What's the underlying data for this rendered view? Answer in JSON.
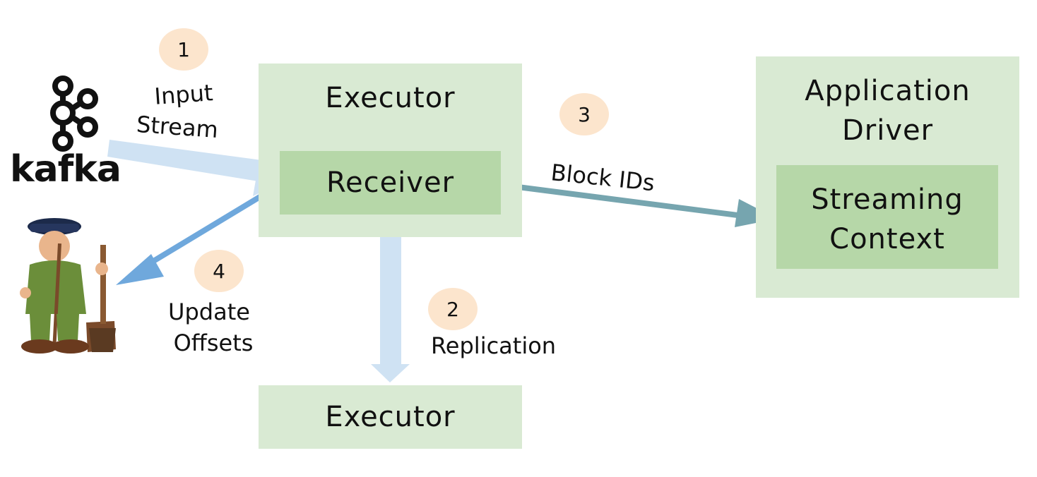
{
  "logo": {
    "text": "kafka"
  },
  "executor_main": {
    "title": "Executor",
    "receiver": "Receiver"
  },
  "executor_replica": {
    "title": "Executor"
  },
  "driver": {
    "title_line1": "Application",
    "title_line2": "Driver",
    "context_line1": "Streaming",
    "context_line2": "Context"
  },
  "steps": [
    {
      "number": "1",
      "label_line1": "Input",
      "label_line2": "Stream"
    },
    {
      "number": "2",
      "label_line1": "Replication"
    },
    {
      "number": "3",
      "label_line1": "Block IDs"
    },
    {
      "number": "4",
      "label_line1": "Update",
      "label_line2": "Offsets"
    }
  ],
  "colors": {
    "box_fill": "#d9ead3",
    "inner_fill": "#b6d7a8",
    "step_fill": "#fce5cd",
    "input_arrow": "#cfe2f3",
    "replication_arrow": "#cfe2f3",
    "blockid_arrow": "#76a5af",
    "offset_arrow": "#6fa8dc"
  },
  "icons": [
    "kafka-logo-icon",
    "zookeeper-character-icon"
  ]
}
